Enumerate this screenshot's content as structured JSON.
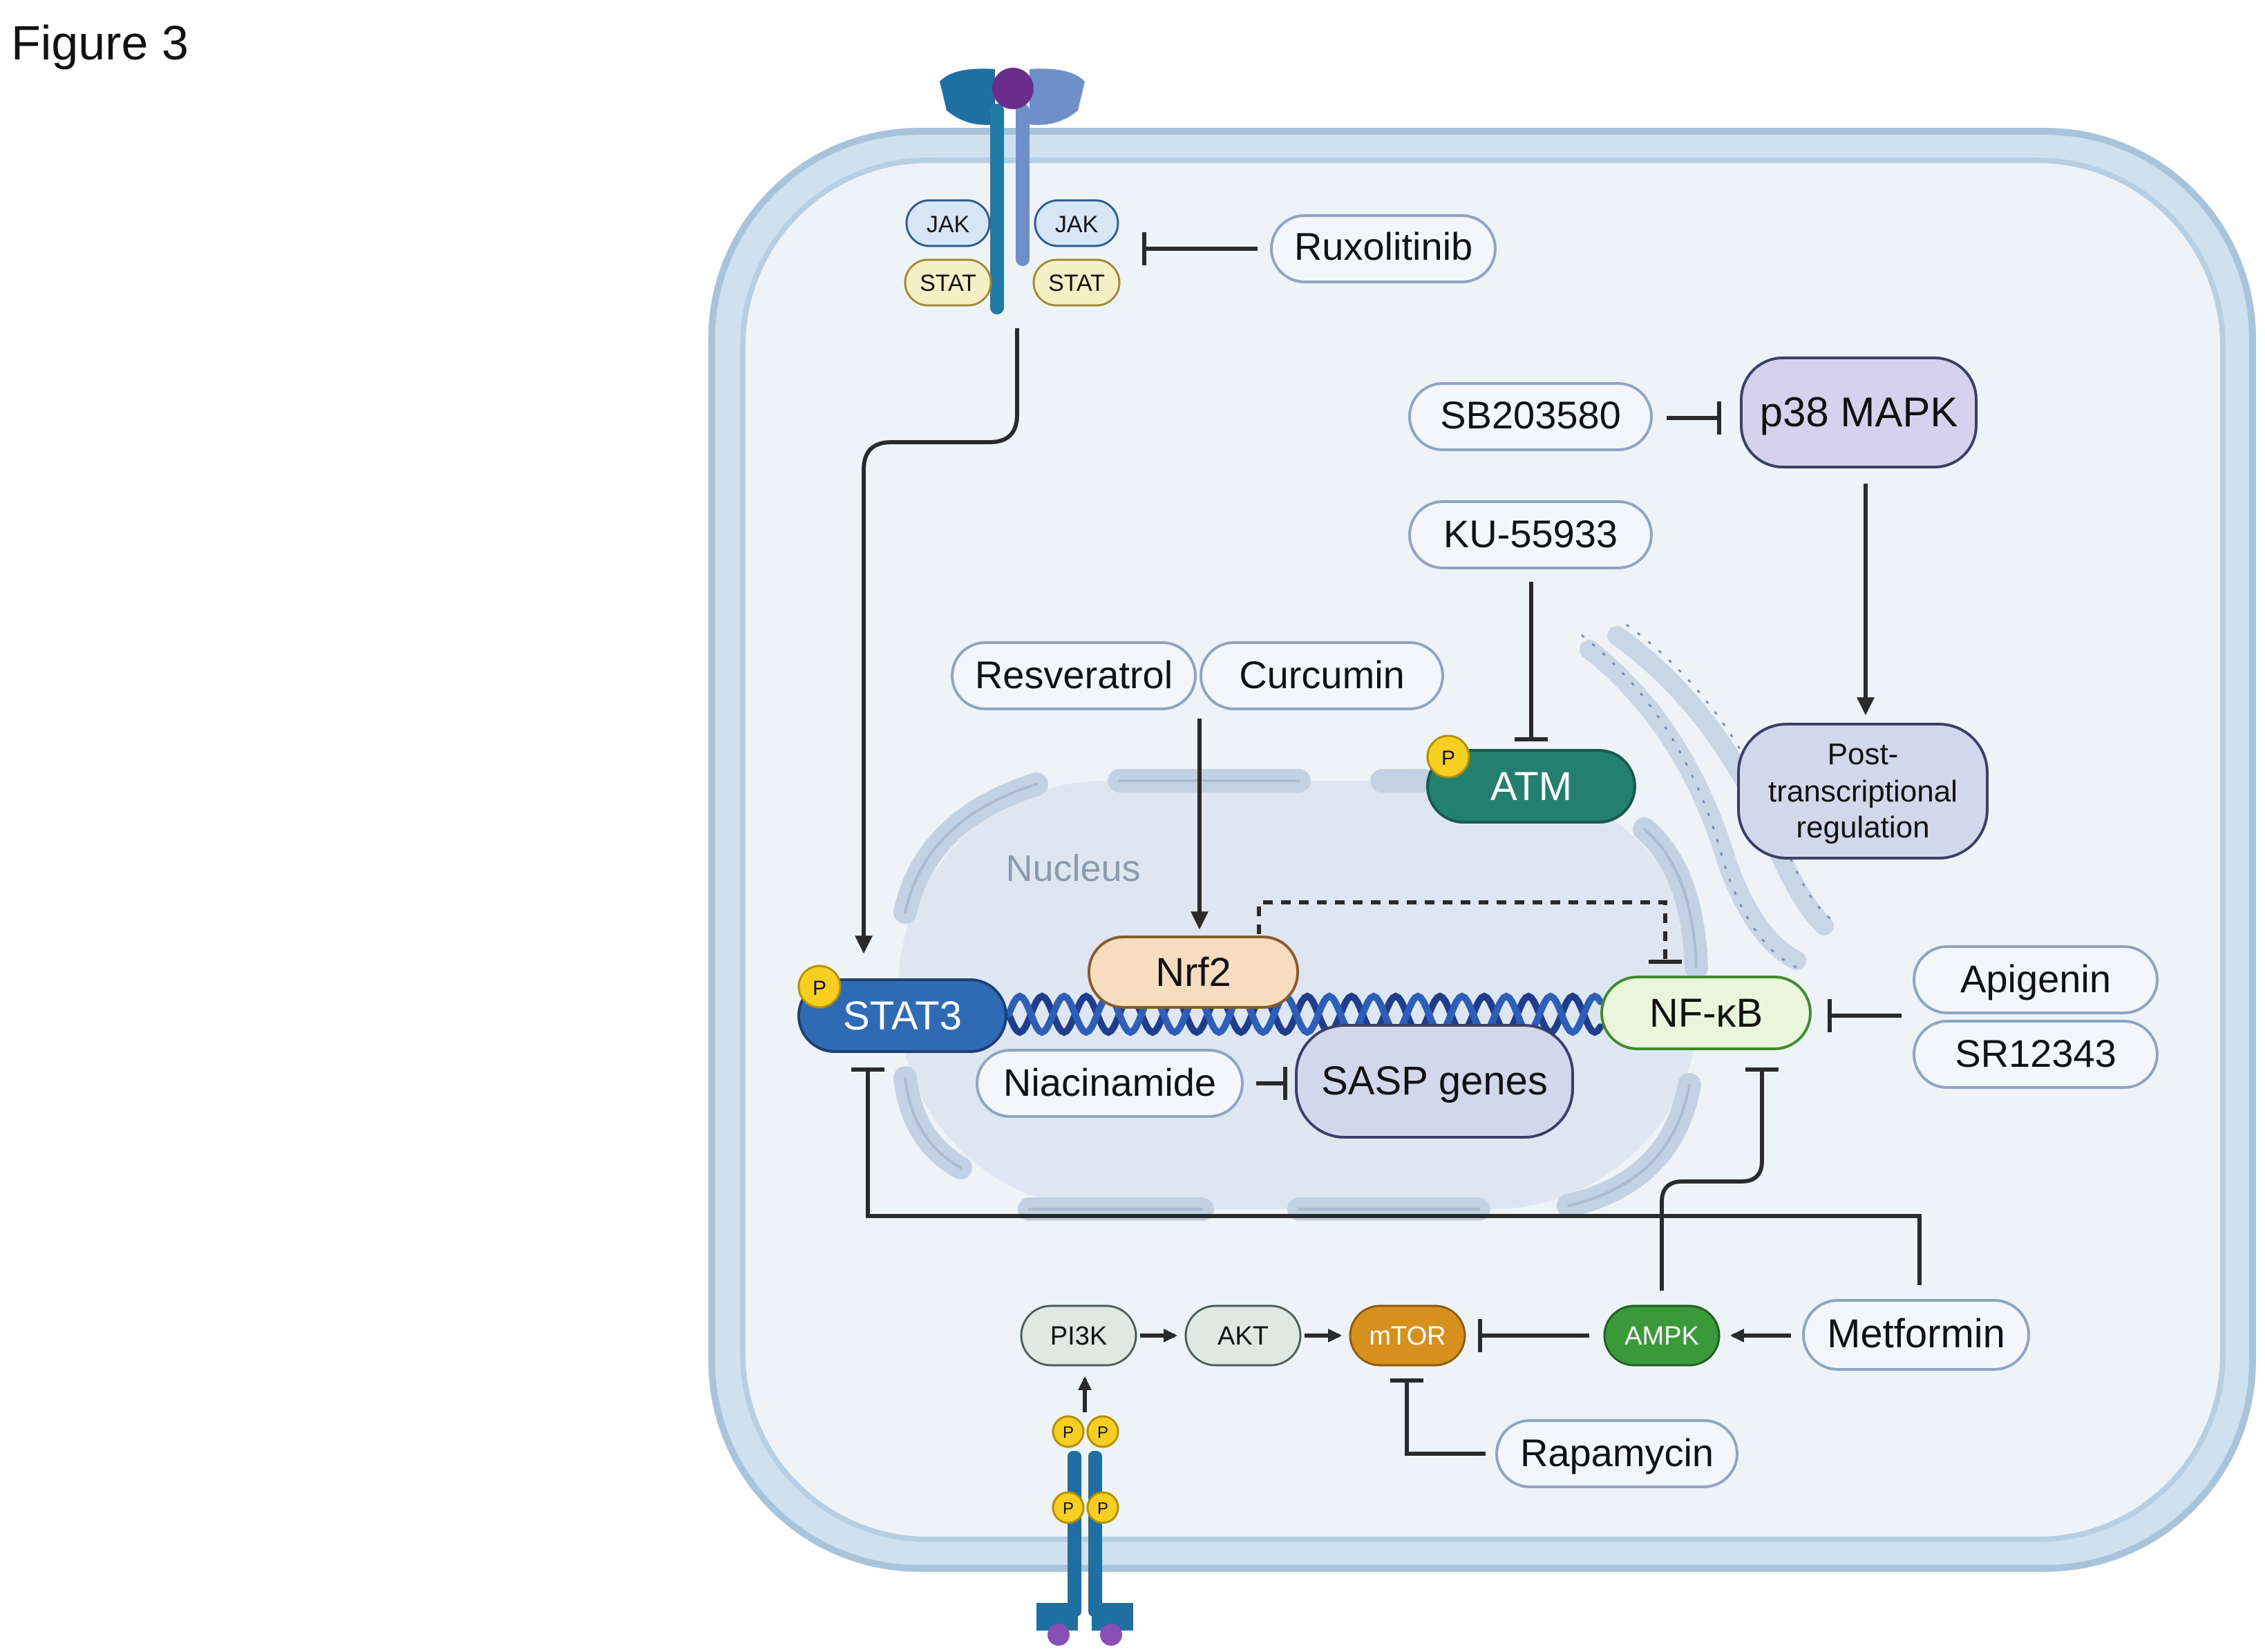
{
  "figure_title": "Figure 3",
  "compartments": {
    "nucleus": "Nucleus"
  },
  "nodes": {
    "jak_left": "JAK",
    "jak_right": "JAK",
    "stat_left": "STAT",
    "stat_right": "STAT",
    "ruxolitinib": "Ruxolitinib",
    "sb203580": "SB203580",
    "p38": "p38 MAPK",
    "ku55933": "KU-55933",
    "resveratrol": "Resveratrol",
    "curcumin": "Curcumin",
    "atm": "ATM",
    "post_transcriptional": [
      "Post-",
      "transcriptional",
      "regulation"
    ],
    "nrf2": "Nrf2",
    "stat3": "STAT3",
    "nfkb": "NF-κB",
    "apigenin": "Apigenin",
    "sr12343": "SR12343",
    "niacinamide": "Niacinamide",
    "sasp": "SASP genes",
    "pi3k": "PI3K",
    "akt": "AKT",
    "mtor": "mTOR",
    "ampk": "AMPK",
    "metformin": "Metformin",
    "rapamycin": "Rapamycin",
    "phospho": "P"
  },
  "colors": {
    "cell_membrane": "#b9d1e4",
    "cytoplasm": "#eef3f8",
    "nucleus": "#dde6f1",
    "drug_fill": "#f3f6fb",
    "p38_fill": "#d6d2ee",
    "atm_fill": "#23806f",
    "nrf2_fill": "#f6ddc0",
    "stat3_fill": "#2f6ab4",
    "nfkb_fill": "#eaf6dc",
    "sasp_fill": "#d2d8ec",
    "mtor_fill": "#d6901d",
    "ampk_fill": "#3a9a3a",
    "phospho_fill": "#f7cf20",
    "dna": "#1f3d8c"
  },
  "edges": [
    {
      "from": "receptor",
      "to": "stat3",
      "type": "activation"
    },
    {
      "from": "ruxolitinib",
      "to": "jak_right",
      "type": "inhibition"
    },
    {
      "from": "sb203580",
      "to": "p38",
      "type": "inhibition"
    },
    {
      "from": "p38",
      "to": "post_transcriptional",
      "type": "activation"
    },
    {
      "from": "ku55933",
      "to": "atm",
      "type": "inhibition"
    },
    {
      "from": "curcumin",
      "to": "nrf2",
      "type": "activation"
    },
    {
      "from": "nrf2",
      "to": "nfkb",
      "type": "inhibition",
      "style": "dashed"
    },
    {
      "from": "apigenin",
      "to": "nfkb",
      "type": "inhibition"
    },
    {
      "from": "niacinamide",
      "to": "sasp",
      "type": "inhibition"
    },
    {
      "from": "pi3k",
      "to": "akt",
      "type": "activation"
    },
    {
      "from": "akt",
      "to": "mtor",
      "type": "activation"
    },
    {
      "from": "ampk",
      "to": "mtor",
      "type": "inhibition"
    },
    {
      "from": "metformin",
      "to": "ampk",
      "type": "activation"
    },
    {
      "from": "rapamycin",
      "to": "mtor",
      "type": "inhibition"
    },
    {
      "from": "ampk",
      "to": "nfkb",
      "type": "inhibition"
    },
    {
      "from": "metformin",
      "to": "stat3",
      "type": "inhibition"
    },
    {
      "from": "receptor_tyrosine_kinase",
      "to": "pi3k",
      "type": "activation"
    }
  ]
}
